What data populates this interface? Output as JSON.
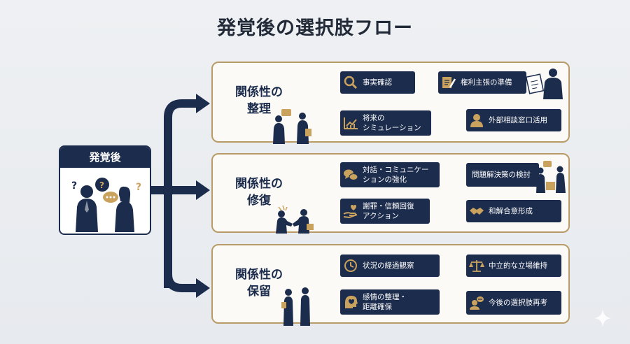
{
  "title": "発覚後の選択肢フロー",
  "source": {
    "label": "発覚後"
  },
  "panels": [
    {
      "title_line1": "関係性の",
      "title_line2": "整理",
      "left": [
        {
          "label": "事実確認",
          "icon": "magnifier-icon"
        },
        {
          "label": "将来の\nシミュレーション",
          "icon": "growth-chart-icon"
        }
      ],
      "right": [
        {
          "label": "権利主張の準備",
          "icon": "document-pen-icon"
        },
        {
          "label": "外部相談窓口活用",
          "icon": "person-icon"
        }
      ]
    },
    {
      "title_line1": "関係性の",
      "title_line2": "修復",
      "left": [
        {
          "label": "対話・コミュニケー\nションの強化",
          "icon": "chat-bubbles-icon"
        },
        {
          "label": "謝罪・信頼回復\nアクション",
          "icon": "hand-offer-icon"
        }
      ],
      "right": [
        {
          "label": "問題解決策の検討",
          "icon": ""
        },
        {
          "label": "和解合意形成",
          "icon": "handshake-icon"
        }
      ]
    },
    {
      "title_line1": "関係性の",
      "title_line2": "保留",
      "left": [
        {
          "label": "状況の経過観察",
          "icon": "clock-icon"
        },
        {
          "label": "感情の整理・\n距離確保",
          "icon": "heart-head-icon"
        }
      ],
      "right": [
        {
          "label": "中立的な立場維持",
          "icon": "balance-scale-icon"
        },
        {
          "label": "今後の選択肢再考",
          "icon": "person-thinking-icon"
        }
      ]
    }
  ],
  "colors": {
    "navy": "#1c2c4c",
    "gold": "#c9a25e",
    "border": "#b89b66"
  }
}
